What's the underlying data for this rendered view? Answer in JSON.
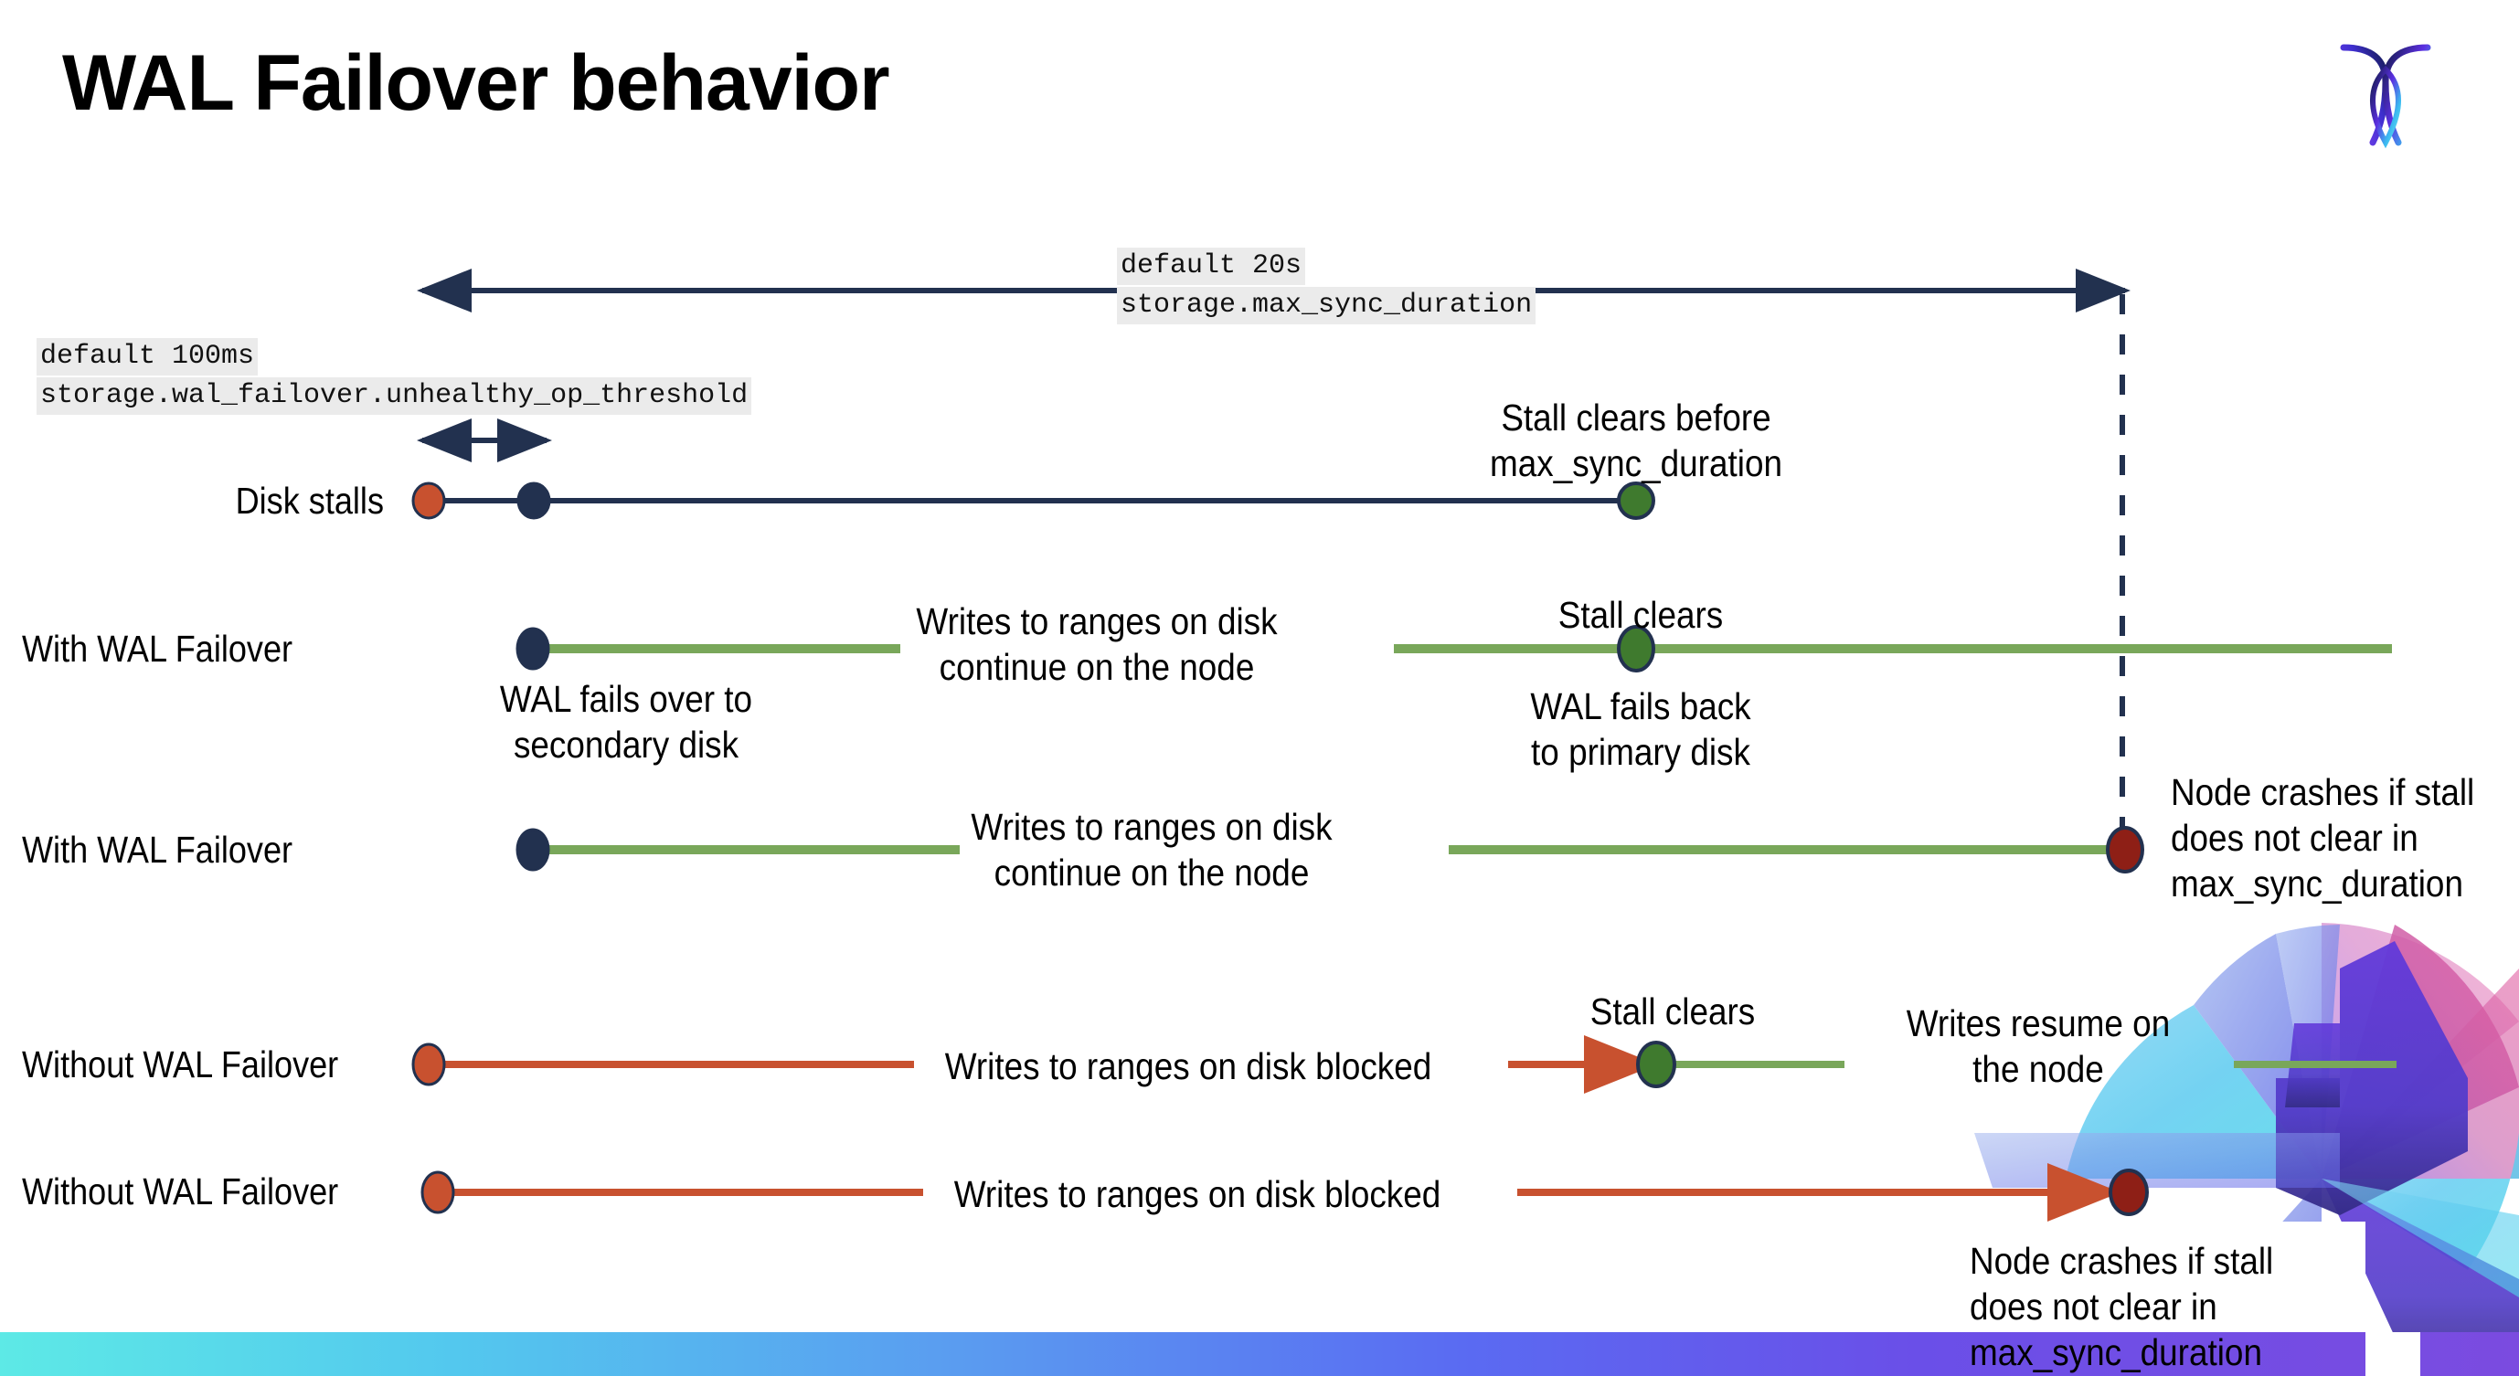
{
  "slide": {
    "title": "WAL Failover behavior",
    "logo_name": "cockroachdb-logo"
  },
  "colors": {
    "navy": "#22314f",
    "green_line": "#79a75a",
    "green_dot": "#3f7a2e",
    "orange": "#c8512f",
    "dark_red": "#8e1f16",
    "code_bg": "#ebebeb",
    "text": "#000000"
  },
  "settings": [
    {
      "id": "max-sync-duration",
      "default_label": "default 20s",
      "name": "storage.max_sync_duration"
    },
    {
      "id": "unhealthy-op-threshold",
      "default_label": "default 100ms",
      "name": "storage.wal_failover.unhealthy_op_threshold"
    }
  ],
  "rows": [
    {
      "id": "disk-stalls",
      "label": "Disk stalls",
      "annotations": [
        "Stall clears before\nmax_sync_duration"
      ]
    },
    {
      "id": "with-wal-failover-clears",
      "label": "With WAL Failover",
      "annotations": [
        "WAL fails over to\nsecondary disk",
        "Writes to ranges on disk\ncontinue on the node",
        "Stall clears",
        "WAL fails  back\nto primary disk"
      ]
    },
    {
      "id": "with-wal-failover-crash",
      "label": "With WAL Failover",
      "annotations": [
        "Writes to ranges on disk\ncontinue on the node",
        "Node crashes if stall\ndoes not clear in\nmax_sync_duration"
      ]
    },
    {
      "id": "without-wal-failover-clears",
      "label": "Without WAL Failover",
      "annotations": [
        "Writes to ranges on disk  blocked",
        "Stall clears",
        "Writes resume on\nthe node"
      ]
    },
    {
      "id": "without-wal-failover-crash",
      "label": "Without WAL Failover",
      "annotations": [
        "Writes to ranges on disk  blocked",
        "Node crashes if stall\ndoes not clear in\nmax_sync_duration"
      ]
    }
  ],
  "markers": {
    "stall_start": "orange-dot",
    "failover": "navy-dot",
    "stall_clear": "green-dot",
    "node_crash": "dark-red-dot"
  }
}
